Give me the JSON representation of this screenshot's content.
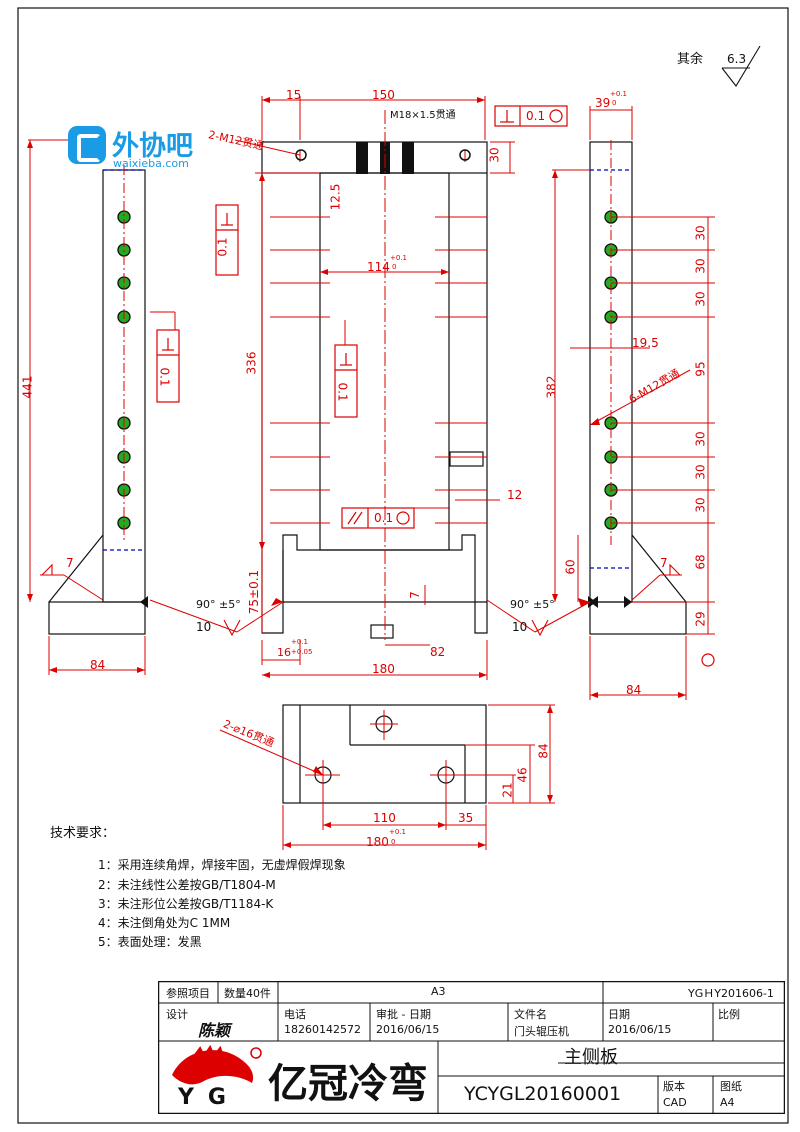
{
  "watermark": {
    "name": "外协吧",
    "url": "waixieba.com"
  },
  "roughness": {
    "label": "其余",
    "value": "6.3"
  },
  "dims": {
    "d15": "15",
    "d150": "150",
    "thread": "M18×1.5贯通",
    "tol_flat_top": "0.1",
    "d39": "39",
    "d39_tol": "+0.1",
    "d39_tol0": "0",
    "m12": "2-M12贯通",
    "d30_top": "30",
    "d12_5": "12.5",
    "d114": "114",
    "d114_tol": "+0.1",
    "d114_tol0": "0",
    "tol_perp_a": "0.1",
    "tol_perp_b": "0.1",
    "tol_perp_c": "0.1",
    "d336": "336",
    "d441": "441",
    "d382": "382",
    "d19_5": "19.5",
    "m12_6": "6-M12贯通",
    "d30": "30",
    "d95": "95",
    "d12": "12",
    "tol_par": "0.1",
    "d60": "60",
    "d68": "68",
    "d29": "29",
    "d7": "7",
    "d75": "75±0.1",
    "d16": "16",
    "d16_tol": "+0.1",
    "d16_tol2": "+0.05",
    "d82": "82",
    "d180": "180",
    "d84": "84",
    "angle": "90° ±5°",
    "weld": "10",
    "d16_hole": "2-⌀16贯通",
    "d46": "46",
    "d21": "21",
    "d84_b": "84",
    "d110": "110",
    "d35": "35",
    "d180_b": "180",
    "d180_tol": "+0.1",
    "d180_tol0": "0"
  },
  "requirements": {
    "title": "技术要求：",
    "items": [
      "1：采用连续角焊，焊接牢固，无虚焊假焊现象",
      "2：未注线性公差按GB/T1804-M",
      "3：未注形位公差按GB/T1184-K",
      "4：未注倒角处为C 1MM",
      "5：表面处理：发黑"
    ]
  },
  "title_block": {
    "ref_label": "参照项目",
    "qty": "数量40件",
    "size": "A3",
    "code": "YGＨY201606-1",
    "design_label": "设计",
    "designer": "陈颖",
    "phone_label": "电话",
    "phone": "18260142572",
    "approve_label": "审批 - 日期",
    "approve_date": "2016/06/15",
    "file_label": "文件名",
    "file_name": "门头辊压机",
    "date_label": "日期",
    "date": "2016/06/15",
    "scale_label": "比例",
    "company": "亿冠冷弯",
    "logo_letters": "YG",
    "part_name": "主侧板",
    "drawing_no": "YCYGL20160001",
    "version_label": "版本",
    "version": "CAD",
    "paper_label": "图纸",
    "paper": "A4"
  }
}
